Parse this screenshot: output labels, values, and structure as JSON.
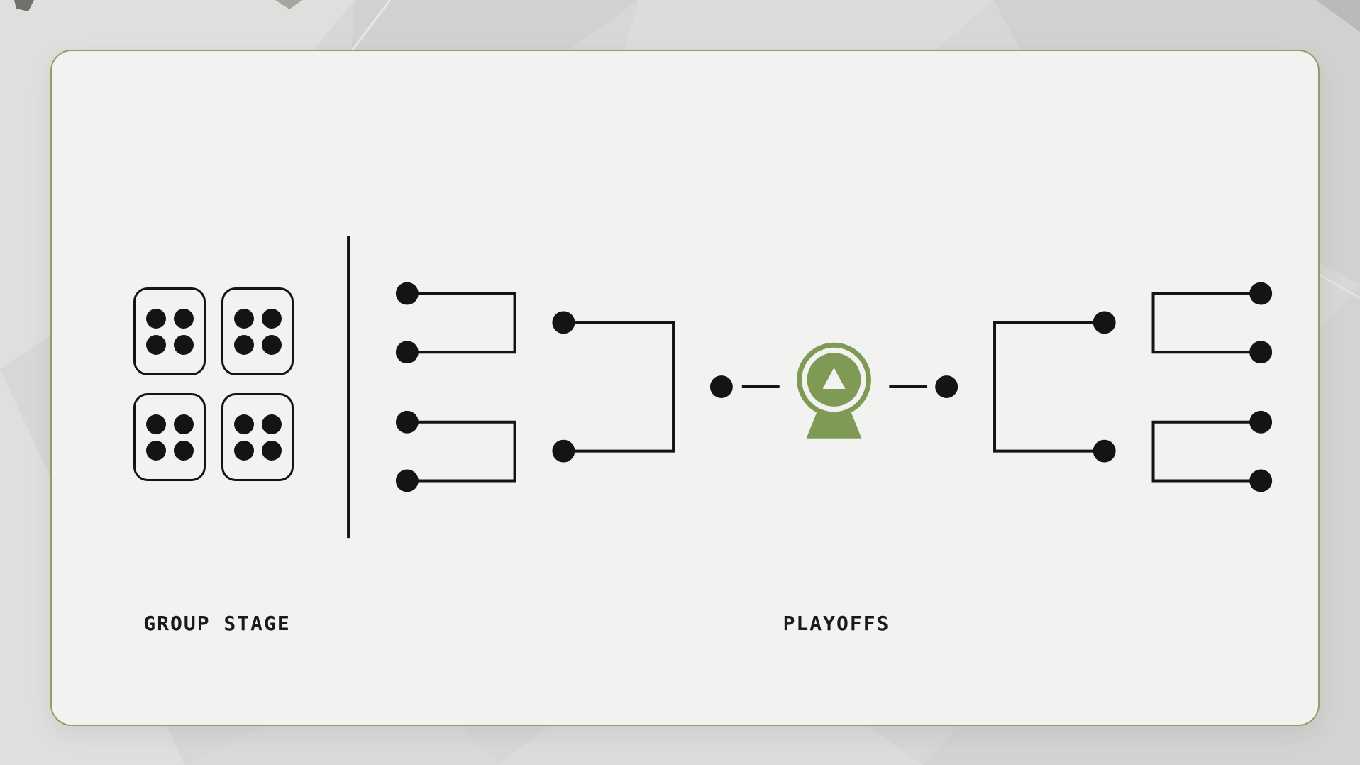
{
  "colors": {
    "page_background": "#d8d8d6",
    "card_background": "#f2f2f0",
    "card_border_green": "#8ba263",
    "ink_black": "#141414",
    "accent_green": "#7e9a54"
  },
  "group_stage": {
    "label": "GROUP STAGE",
    "group_count": 4,
    "teams_per_group": 4
  },
  "playoffs": {
    "label": "PLAYOFFS",
    "structure": {
      "left_round1_teams": 4,
      "left_round2_teams": 2,
      "finalists": 2,
      "right_round2_teams": 2,
      "right_round1_teams": 4
    },
    "center_icon": "trophy-icon"
  }
}
